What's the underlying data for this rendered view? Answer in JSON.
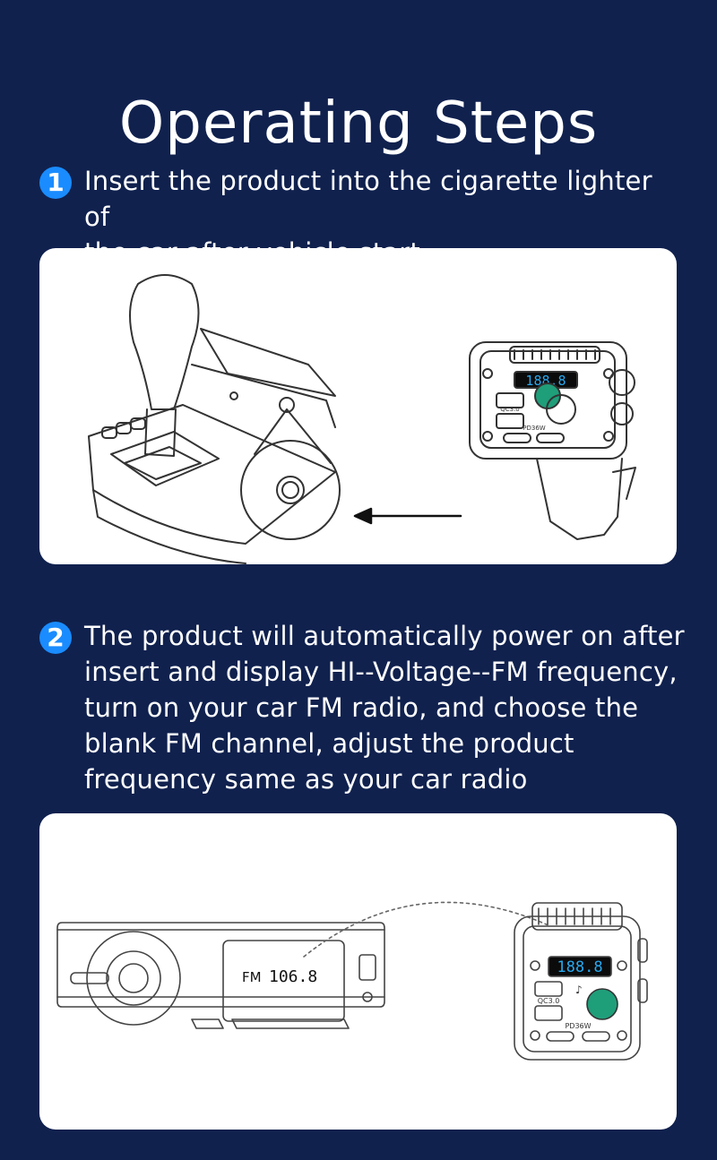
{
  "page": {
    "title": "Operating Steps"
  },
  "steps": [
    {
      "number": "1",
      "text_lines": [
        "Insert the product into the cigarette lighter of",
        "the car after vehicle start"
      ]
    },
    {
      "number": "2",
      "text_lines": [
        "The product will automatically power on after",
        "insert and display HI--Voltage--FM frequency,",
        "turn on your car FM radio, and choose the",
        "blank FM channel, adjust the product",
        "frequency same as your car radio"
      ]
    }
  ],
  "illustrations": {
    "device_display": "188.8",
    "device_qc_label": "QC3.0",
    "device_pd_label": "PD36W",
    "radio_band": "FM",
    "radio_frequency": "106.8"
  },
  "colors": {
    "background": "#10214e",
    "step_badge": "#1a8cff",
    "display_digits": "#27a9f0",
    "device_button": "#1f9e7a"
  }
}
